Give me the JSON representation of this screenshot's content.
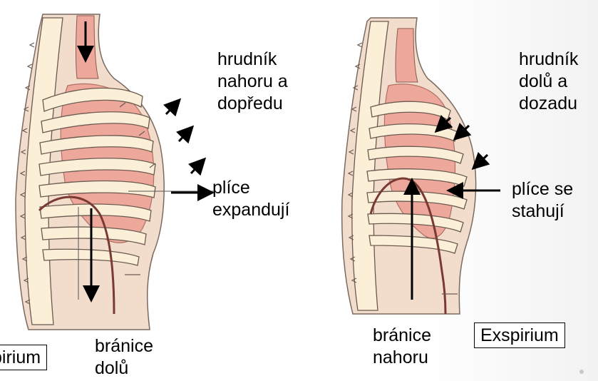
{
  "labels": {
    "left_chest": [
      "hrudník",
      "nahoru a",
      "dopředu"
    ],
    "left_lungs": [
      "plíce",
      "expandují"
    ],
    "left_diaphragm": [
      "bránice",
      "dolů"
    ],
    "left_phase": "pirium",
    "right_chest": [
      "hrudník",
      "dolů a",
      "dozadu"
    ],
    "right_lungs": [
      "plíce se",
      "stahují"
    ],
    "right_diaphragm": [
      "bránice",
      "nahoru"
    ],
    "right_phase": "Exspirium"
  },
  "colors": {
    "skin": "#f2dccb",
    "spine": "#fbefd8",
    "lung": "#eea79b",
    "bone_outline": "#6b5a50",
    "diaphragm": "#7a3a34"
  }
}
